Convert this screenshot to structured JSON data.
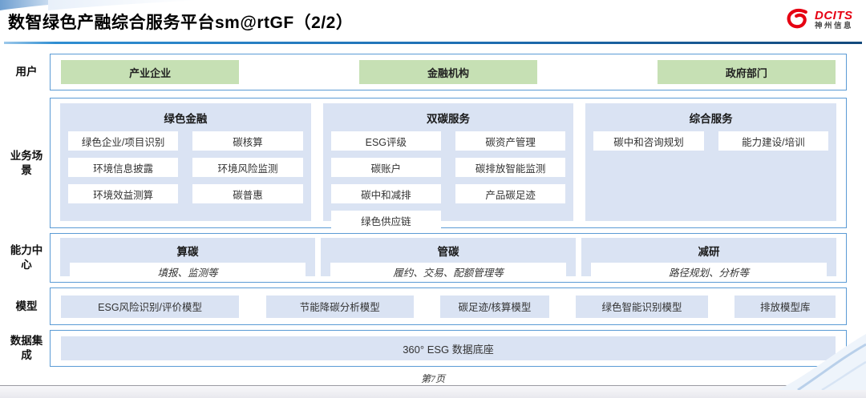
{
  "header": {
    "title": "数智绿色产融综合服务平台sm@rtGF（2/2）",
    "logo": {
      "brand": "DCITS",
      "subtitle": "神州信息"
    }
  },
  "rows": {
    "users": {
      "label": "用户",
      "items": [
        "产业企业",
        "金融机构",
        "政府部门"
      ]
    },
    "scenarios": {
      "label": "业务场景",
      "groups": [
        {
          "title": "绿色金融",
          "items": [
            "绿色企业/项目识别",
            "碳核算",
            "环境信息披露",
            "环境风险监测",
            "环境效益测算",
            "碳普惠"
          ]
        },
        {
          "title": "双碳服务",
          "items": [
            "ESG评级",
            "碳资产管理",
            "碳账户",
            "碳排放智能监测",
            "碳中和减排",
            "产品碳足迹",
            "绿色供应链"
          ]
        },
        {
          "title": "综合服务",
          "items": [
            "碳中和咨询规划",
            "能力建设/培训"
          ]
        }
      ]
    },
    "capabilities": {
      "label": "能力中心",
      "groups": [
        {
          "title": "算碳",
          "desc": "填报、监测等"
        },
        {
          "title": "管碳",
          "desc": "履约、交易、配额管理等"
        },
        {
          "title": "减研",
          "desc": "路径规划、分析等"
        }
      ]
    },
    "models": {
      "label": "模型",
      "items": [
        "ESG风险识别/评价模型",
        "节能降碳分析模型",
        "碳足迹/核算模型",
        "绿色智能识别模型",
        "排放模型库"
      ]
    },
    "data_integration": {
      "label": "数据集成",
      "value": "360° ESG 数据底座"
    }
  },
  "footer": {
    "page_number": "第7页"
  },
  "colors": {
    "accent_blue": "#5b9bd5",
    "panel_blue": "#dae3f3",
    "user_green": "#c6e0b4",
    "brand_red": "#e60012"
  }
}
